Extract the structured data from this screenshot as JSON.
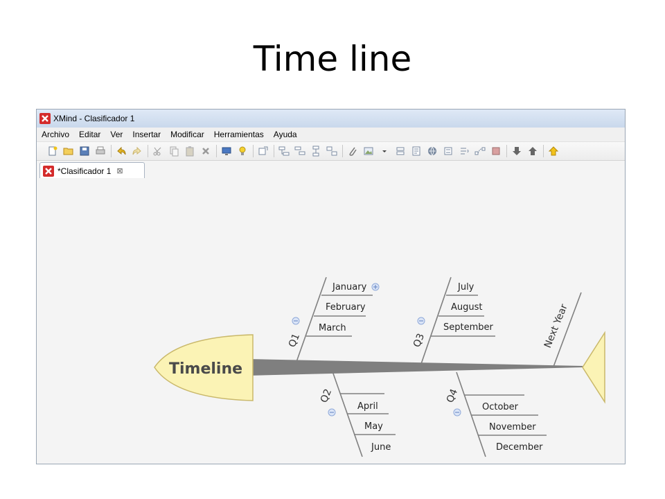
{
  "slide": {
    "title": "Time line"
  },
  "window": {
    "title": "XMind - Clasificador 1"
  },
  "menu": [
    "Archivo",
    "Editar",
    "Ver",
    "Insertar",
    "Modificar",
    "Herramientas",
    "Ayuda"
  ],
  "tab": {
    "label": "*Clasificador 1"
  },
  "mindmap": {
    "central": "Timeline",
    "branches": {
      "q1": {
        "label": "Q1",
        "topics": [
          "January",
          "February",
          "March"
        ]
      },
      "q2": {
        "label": "Q2",
        "topics": [
          "April",
          "May",
          "June"
        ]
      },
      "q3": {
        "label": "Q3",
        "topics": [
          "July",
          "August",
          "September"
        ]
      },
      "q4": {
        "label": "Q4",
        "topics": [
          "October",
          "November",
          "December"
        ]
      },
      "next": {
        "label": "Next Year"
      }
    }
  },
  "colors": {
    "head_fill": "#fbf3b5",
    "head_stroke": "#c9b86a",
    "spine": "#7f7f7f",
    "collapse_icon": "#8fa9d9",
    "close_x": "#d42b2b"
  }
}
